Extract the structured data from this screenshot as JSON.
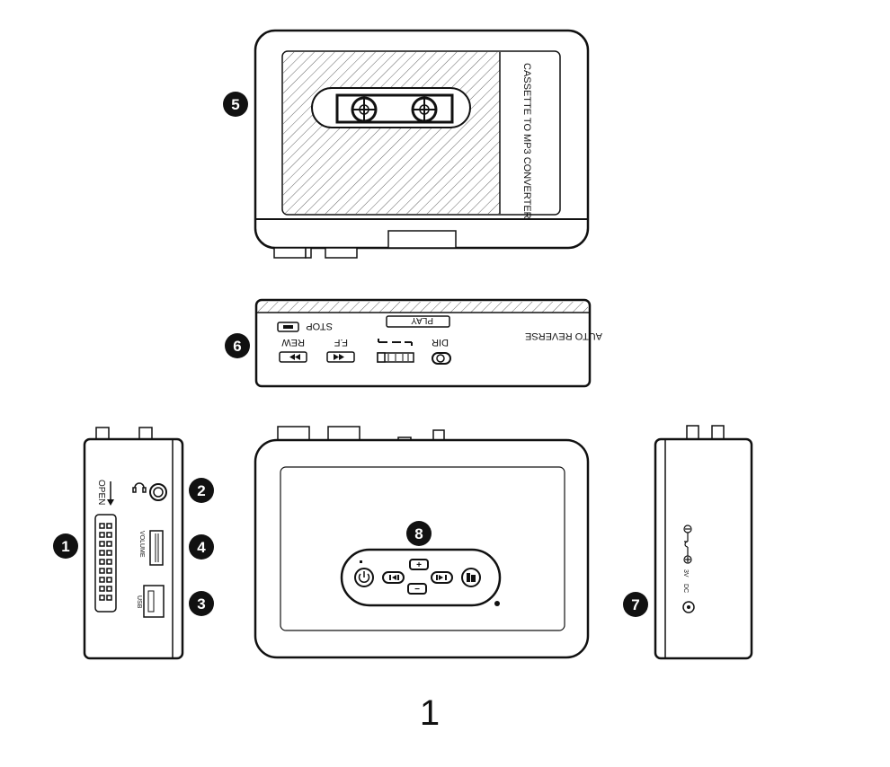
{
  "figure_number": "1",
  "callouts": [
    "1",
    "2",
    "3",
    "4",
    "5",
    "6",
    "7",
    "8"
  ],
  "top_view": {
    "label": "CASSETTE TO MP3 CONVERTER"
  },
  "front_panel": {
    "stop": "STOP",
    "rew": "REW",
    "ff": "F.F",
    "play": "PLAY",
    "dir": "DIR",
    "auto_reverse": "AUTO REVERSE"
  },
  "left_side": {
    "open": "OPEN",
    "volume": "VOLUME",
    "usb": "USB"
  },
  "right_side": {
    "dc": "DC",
    "voltage": "3V"
  },
  "face_buttons": {
    "plus": "+",
    "minus": "−"
  },
  "icons": [
    "power-icon",
    "prev-track-icon",
    "next-track-icon",
    "mode-icon",
    "headphone-icon",
    "polarity-icon",
    "dc-jack-icon",
    "reel-icon"
  ],
  "colors": {
    "line": "#111111",
    "hatch": "#555555",
    "badge": "#111111"
  }
}
